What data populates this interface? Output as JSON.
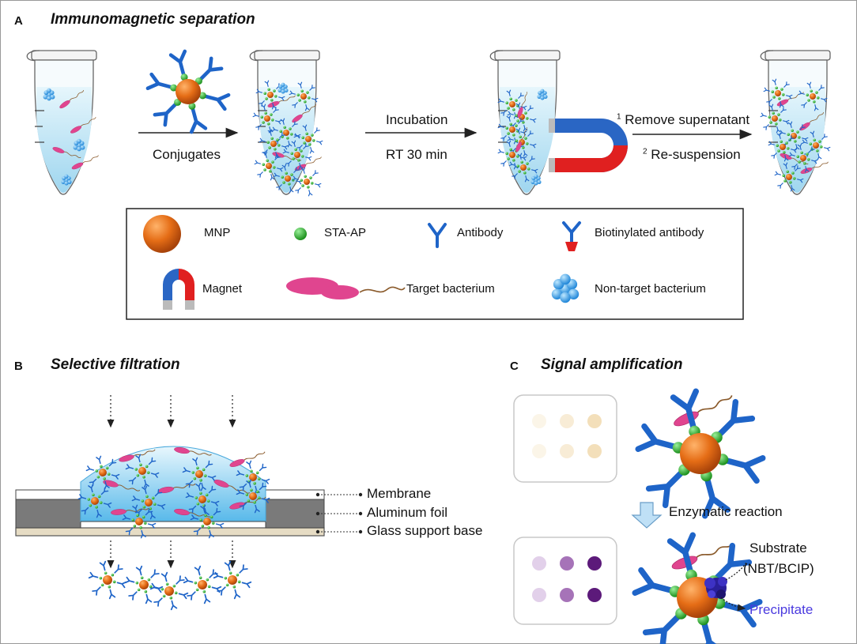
{
  "colors": {
    "mnp": "#e56d16",
    "sta_ap": "#2db82d",
    "antibody": "#1e64c8",
    "magnet_blue": "#2a66c4",
    "magnet_red": "#e02020",
    "bacterium": "#e0458f",
    "flagellum": "#8a5a2b",
    "nontarget": "#3aa0e8",
    "liquid": "#bfe4f5",
    "precipitate": "#3a2bb0",
    "precipitate_text": "#4a3adf"
  },
  "panel_a": {
    "letter": "A",
    "title": "Immunomagnetic separation",
    "step1_bottom": "Conjugates",
    "step2_top": "Incubation",
    "step2_bottom": "RT 30 min",
    "step3_sup1": "1",
    "step3_text1": "Remove supernatant",
    "step3_sup2": "2",
    "step3_text2": "Re-suspension"
  },
  "legend": {
    "mnp": "MNP",
    "sta_ap": "STA-AP",
    "antibody": "Antibody",
    "biotinylated": "Biotinylated antibody",
    "magnet": "Magnet",
    "target": "Target bacterium",
    "nontarget": "Non-target bacterium"
  },
  "panel_b": {
    "letter": "B",
    "title": "Selective filtration",
    "membrane": "Membrane",
    "foil": "Aluminum foil",
    "glass": "Glass support base"
  },
  "panel_c": {
    "letter": "C",
    "title": "Signal amplification",
    "reaction": "Enzymatic reaction",
    "substrate_line1": "Substrate",
    "substrate_line2": "(NBT/BCIP)",
    "precipitate": "Precipitate"
  }
}
